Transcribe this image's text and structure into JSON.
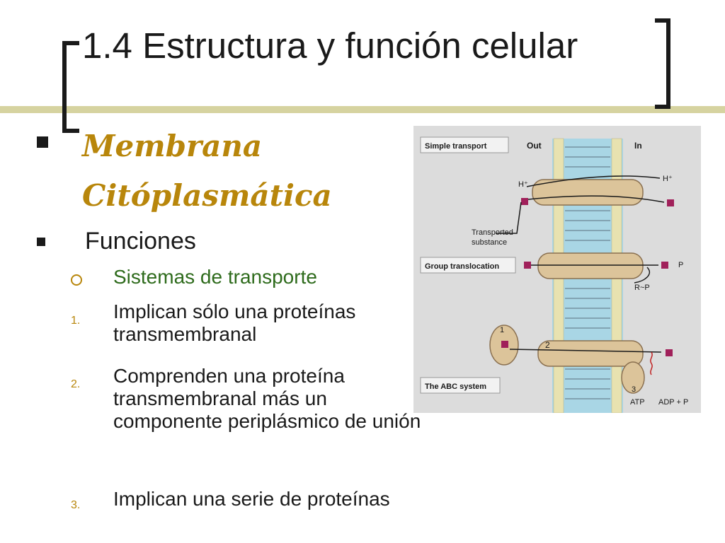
{
  "slide": {
    "title": "1.4 Estructura y función celular",
    "subtitle": "Membrana Citóplasmática",
    "heading": "Funciones",
    "subheading": "Sistemas de transporte",
    "items": [
      {
        "number": "1.",
        "text": "Implican sólo una proteínas transmembranal"
      },
      {
        "number": "2.",
        "text": "Comprenden una proteína transmembranal más un componente periplásmico de unión"
      },
      {
        "number": "3.",
        "text": "Implican una serie de proteínas"
      }
    ],
    "colors": {
      "accent": "#b8860b",
      "green": "#2e6b1c",
      "bar": "#d6d3a0"
    }
  },
  "diagram": {
    "label_simple": "Simple transport",
    "label_group": "Group translocation",
    "label_abc": "The ABC system",
    "out": "Out",
    "in": "In",
    "h_plus": "H⁺",
    "transported_1": "Transported",
    "transported_2": "substance",
    "p": "P",
    "r_p": "R~P",
    "n1": "1",
    "n2": "2",
    "n3": "3",
    "atp": "ATP",
    "adp": "ADP + P"
  }
}
